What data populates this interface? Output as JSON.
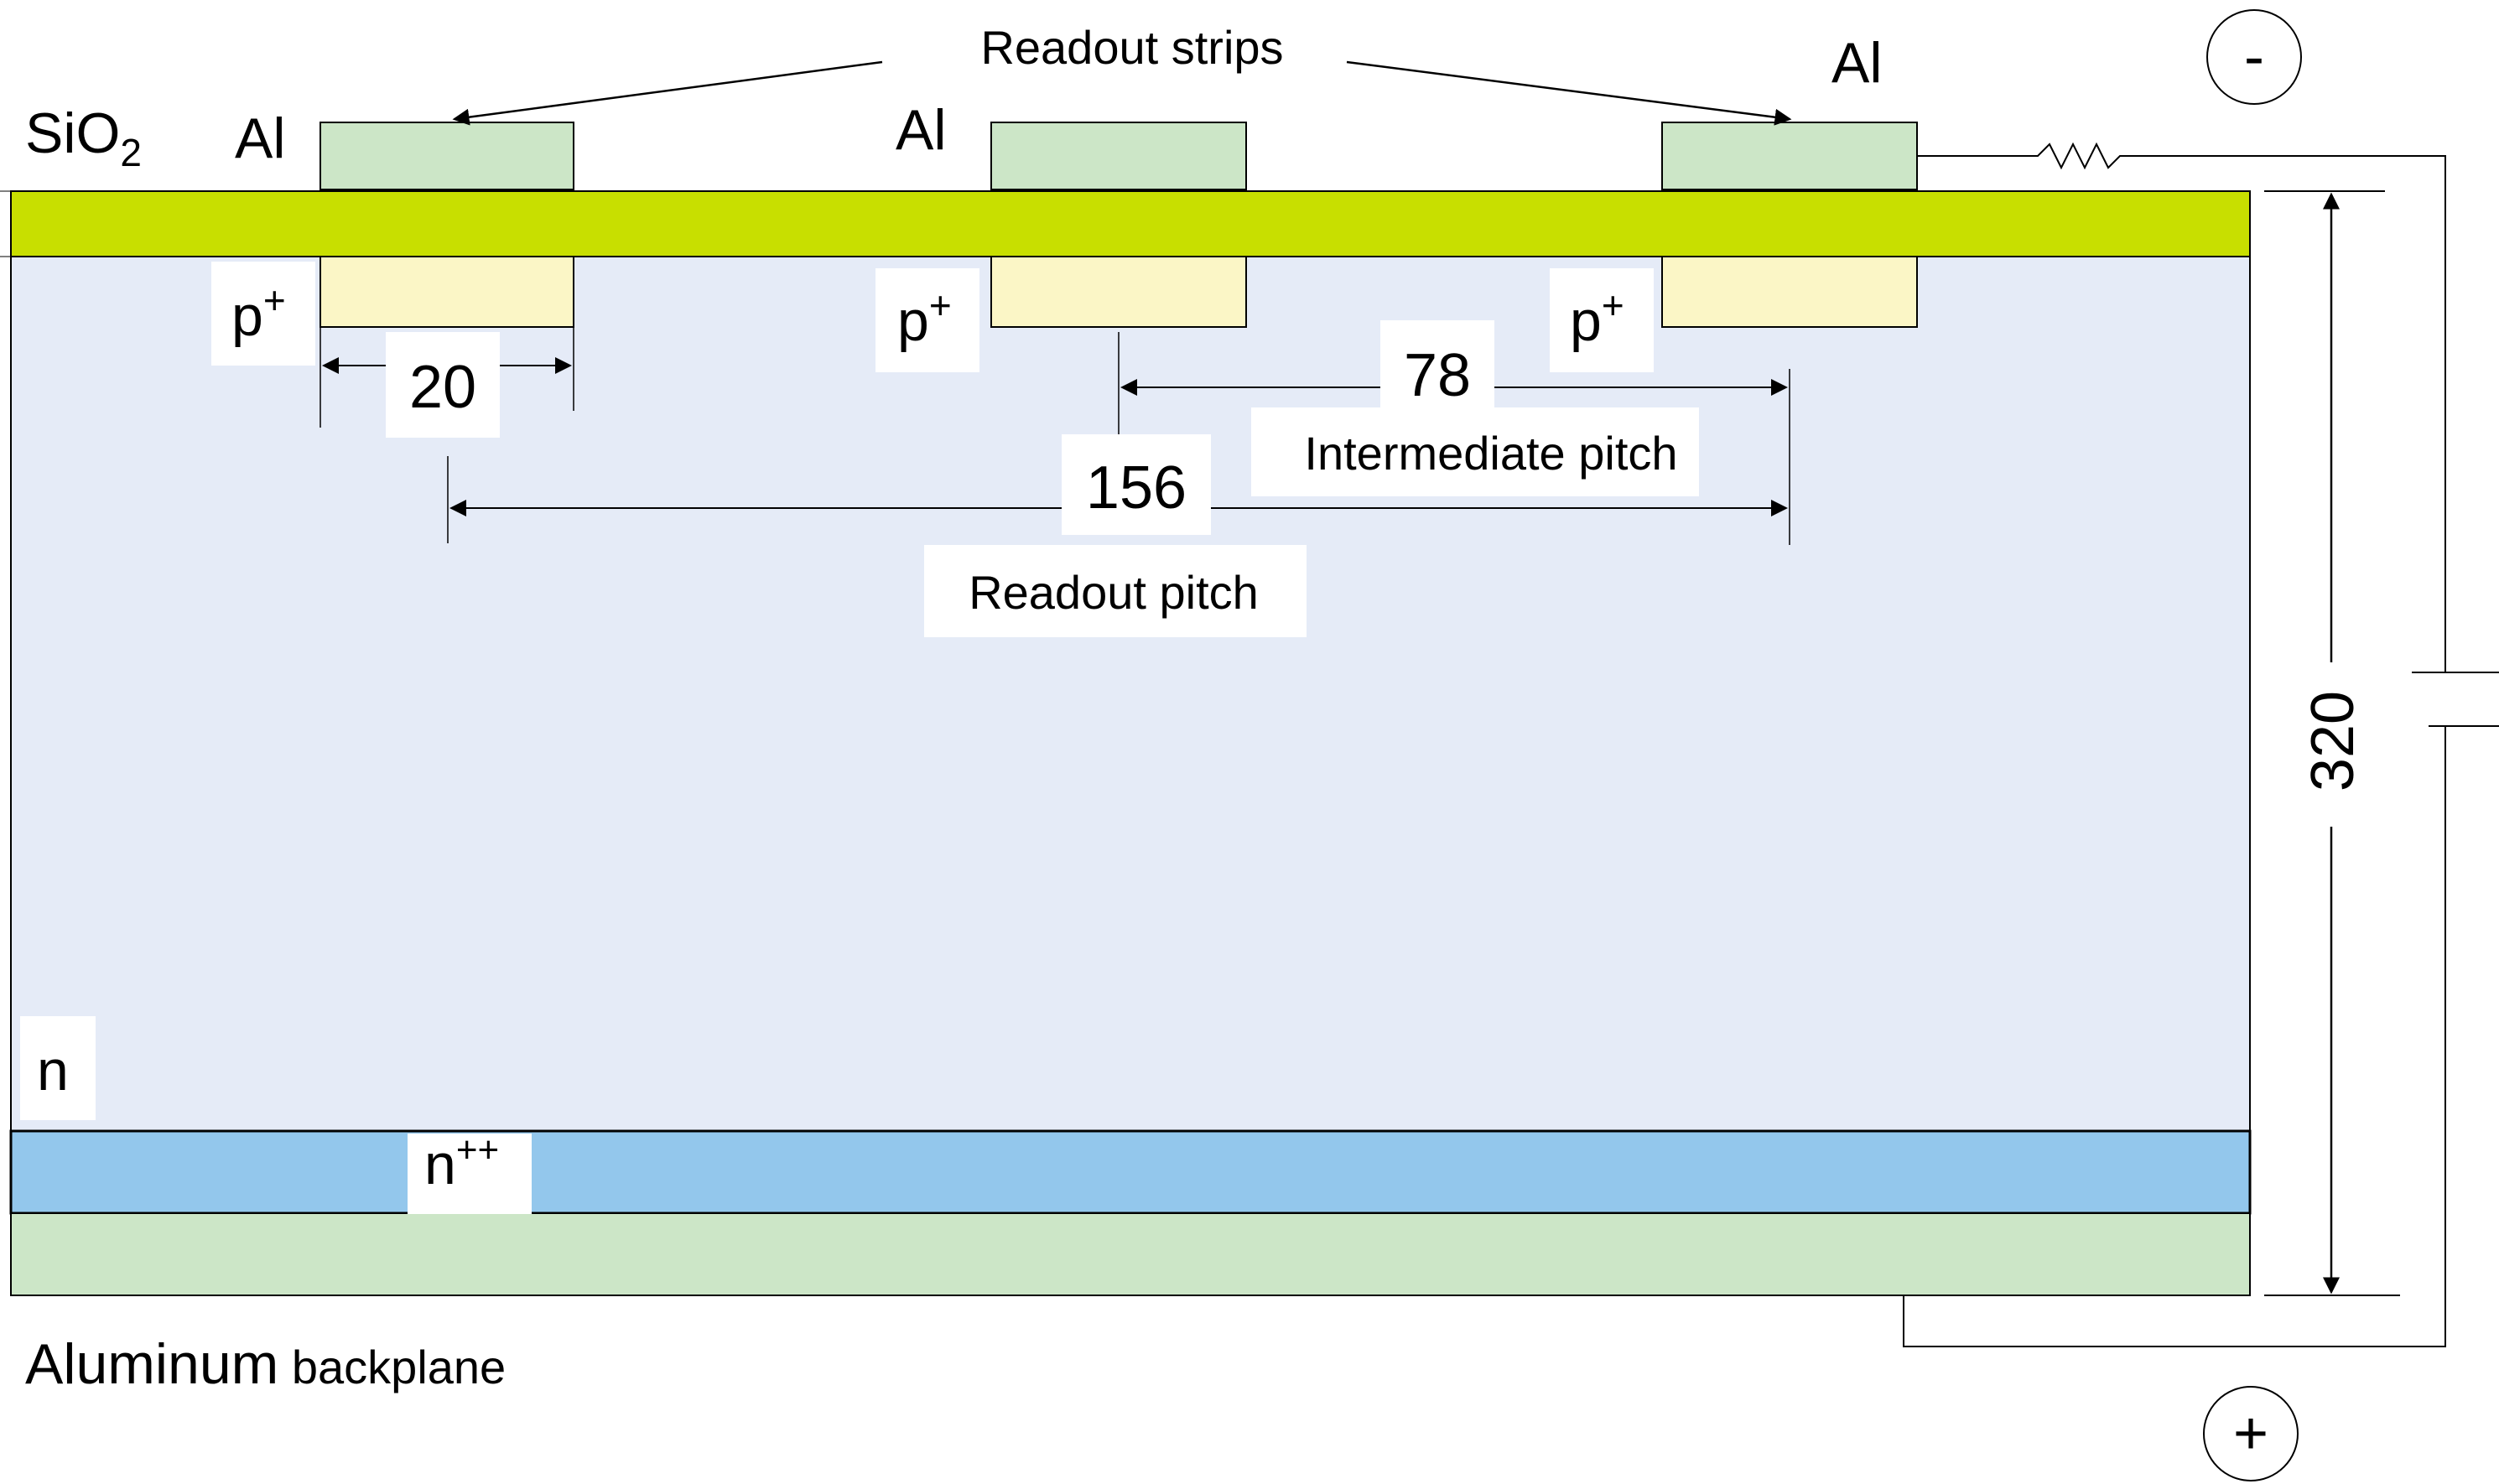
{
  "labels": {
    "readout_strips": "Readout strips",
    "sio2_base": "SiO",
    "sio2_sub": "2",
    "al_1": "Al",
    "al_2": "Al",
    "al_3": "Al",
    "p_base": "p",
    "p_sup": "+",
    "n": "n",
    "npp_base": "n",
    "npp_sup": "++",
    "aluminum": "Aluminum",
    "backplane": " backplane",
    "minus": "-",
    "plus": "+"
  },
  "dimensions": {
    "strip_width": "20",
    "intermediate_pitch_value": "78",
    "intermediate_pitch_label": "Intermediate pitch",
    "readout_pitch_value": "156",
    "readout_pitch_label": "Readout pitch",
    "thickness": "320"
  },
  "colors": {
    "oxide": "#c8df00",
    "bulk": "#e5ebf7",
    "implant": "#fbf6c6",
    "metal": "#cce6c7",
    "backside_implant": "#93c7ec",
    "line": "#000000",
    "label_bg": "#ffffff"
  }
}
